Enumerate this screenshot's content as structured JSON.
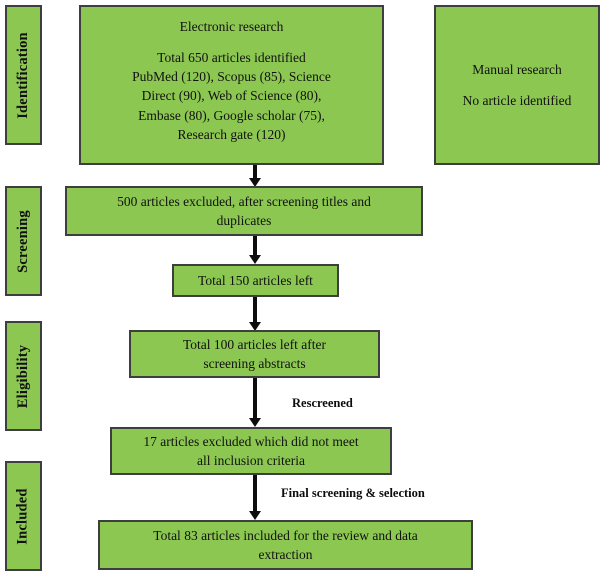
{
  "diagram": {
    "type": "prisma-flow-diagram",
    "accent_color": "#8cc751",
    "border_color": "#3e3e3e",
    "connector_color": "#0d0d0d",
    "background_color": "#ffffff"
  },
  "stages": [
    {
      "id": "identification",
      "label": "Identification"
    },
    {
      "id": "screening",
      "label": "Screening"
    },
    {
      "id": "eligibility",
      "label": "Eligibility"
    },
    {
      "id": "included",
      "label": "Included"
    }
  ],
  "boxes": {
    "electronic_research": {
      "heading": "Electronic research",
      "body": "Total 650 articles identified\nPubMed (120), Scopus (85), Science\nDirect (90), Web of Science (80),\nEmbase (80), Google scholar (75),\nResearch gate (120)"
    },
    "manual_research": {
      "heading": "Manual research",
      "body": "No article identified"
    },
    "excluded_titles": {
      "text": "500 articles excluded, after screening titles and\nduplicates"
    },
    "total_150": {
      "text": "Total 150 articles left"
    },
    "total_100": {
      "text": "Total 100 articles left after\nscreening abstracts"
    },
    "excluded_17": {
      "text": "17 articles excluded which did not meet\nall inclusion criteria"
    },
    "included_83": {
      "text": "Total 83 articles included for the review and data\nextraction"
    }
  },
  "annotations": {
    "rescreened": "Rescreened",
    "final_screening": "Final screening & selection"
  },
  "counts": {
    "total_identified": 650,
    "pubmed": 120,
    "scopus": 85,
    "science_direct": 90,
    "web_of_science": 80,
    "embase": 80,
    "google_scholar": 75,
    "research_gate": 120,
    "manual_identified": 0,
    "excluded_titles_duplicates": 500,
    "after_title_screening": 150,
    "after_abstract_screening": 100,
    "excluded_inclusion_criteria": 17,
    "included_final": 83
  }
}
